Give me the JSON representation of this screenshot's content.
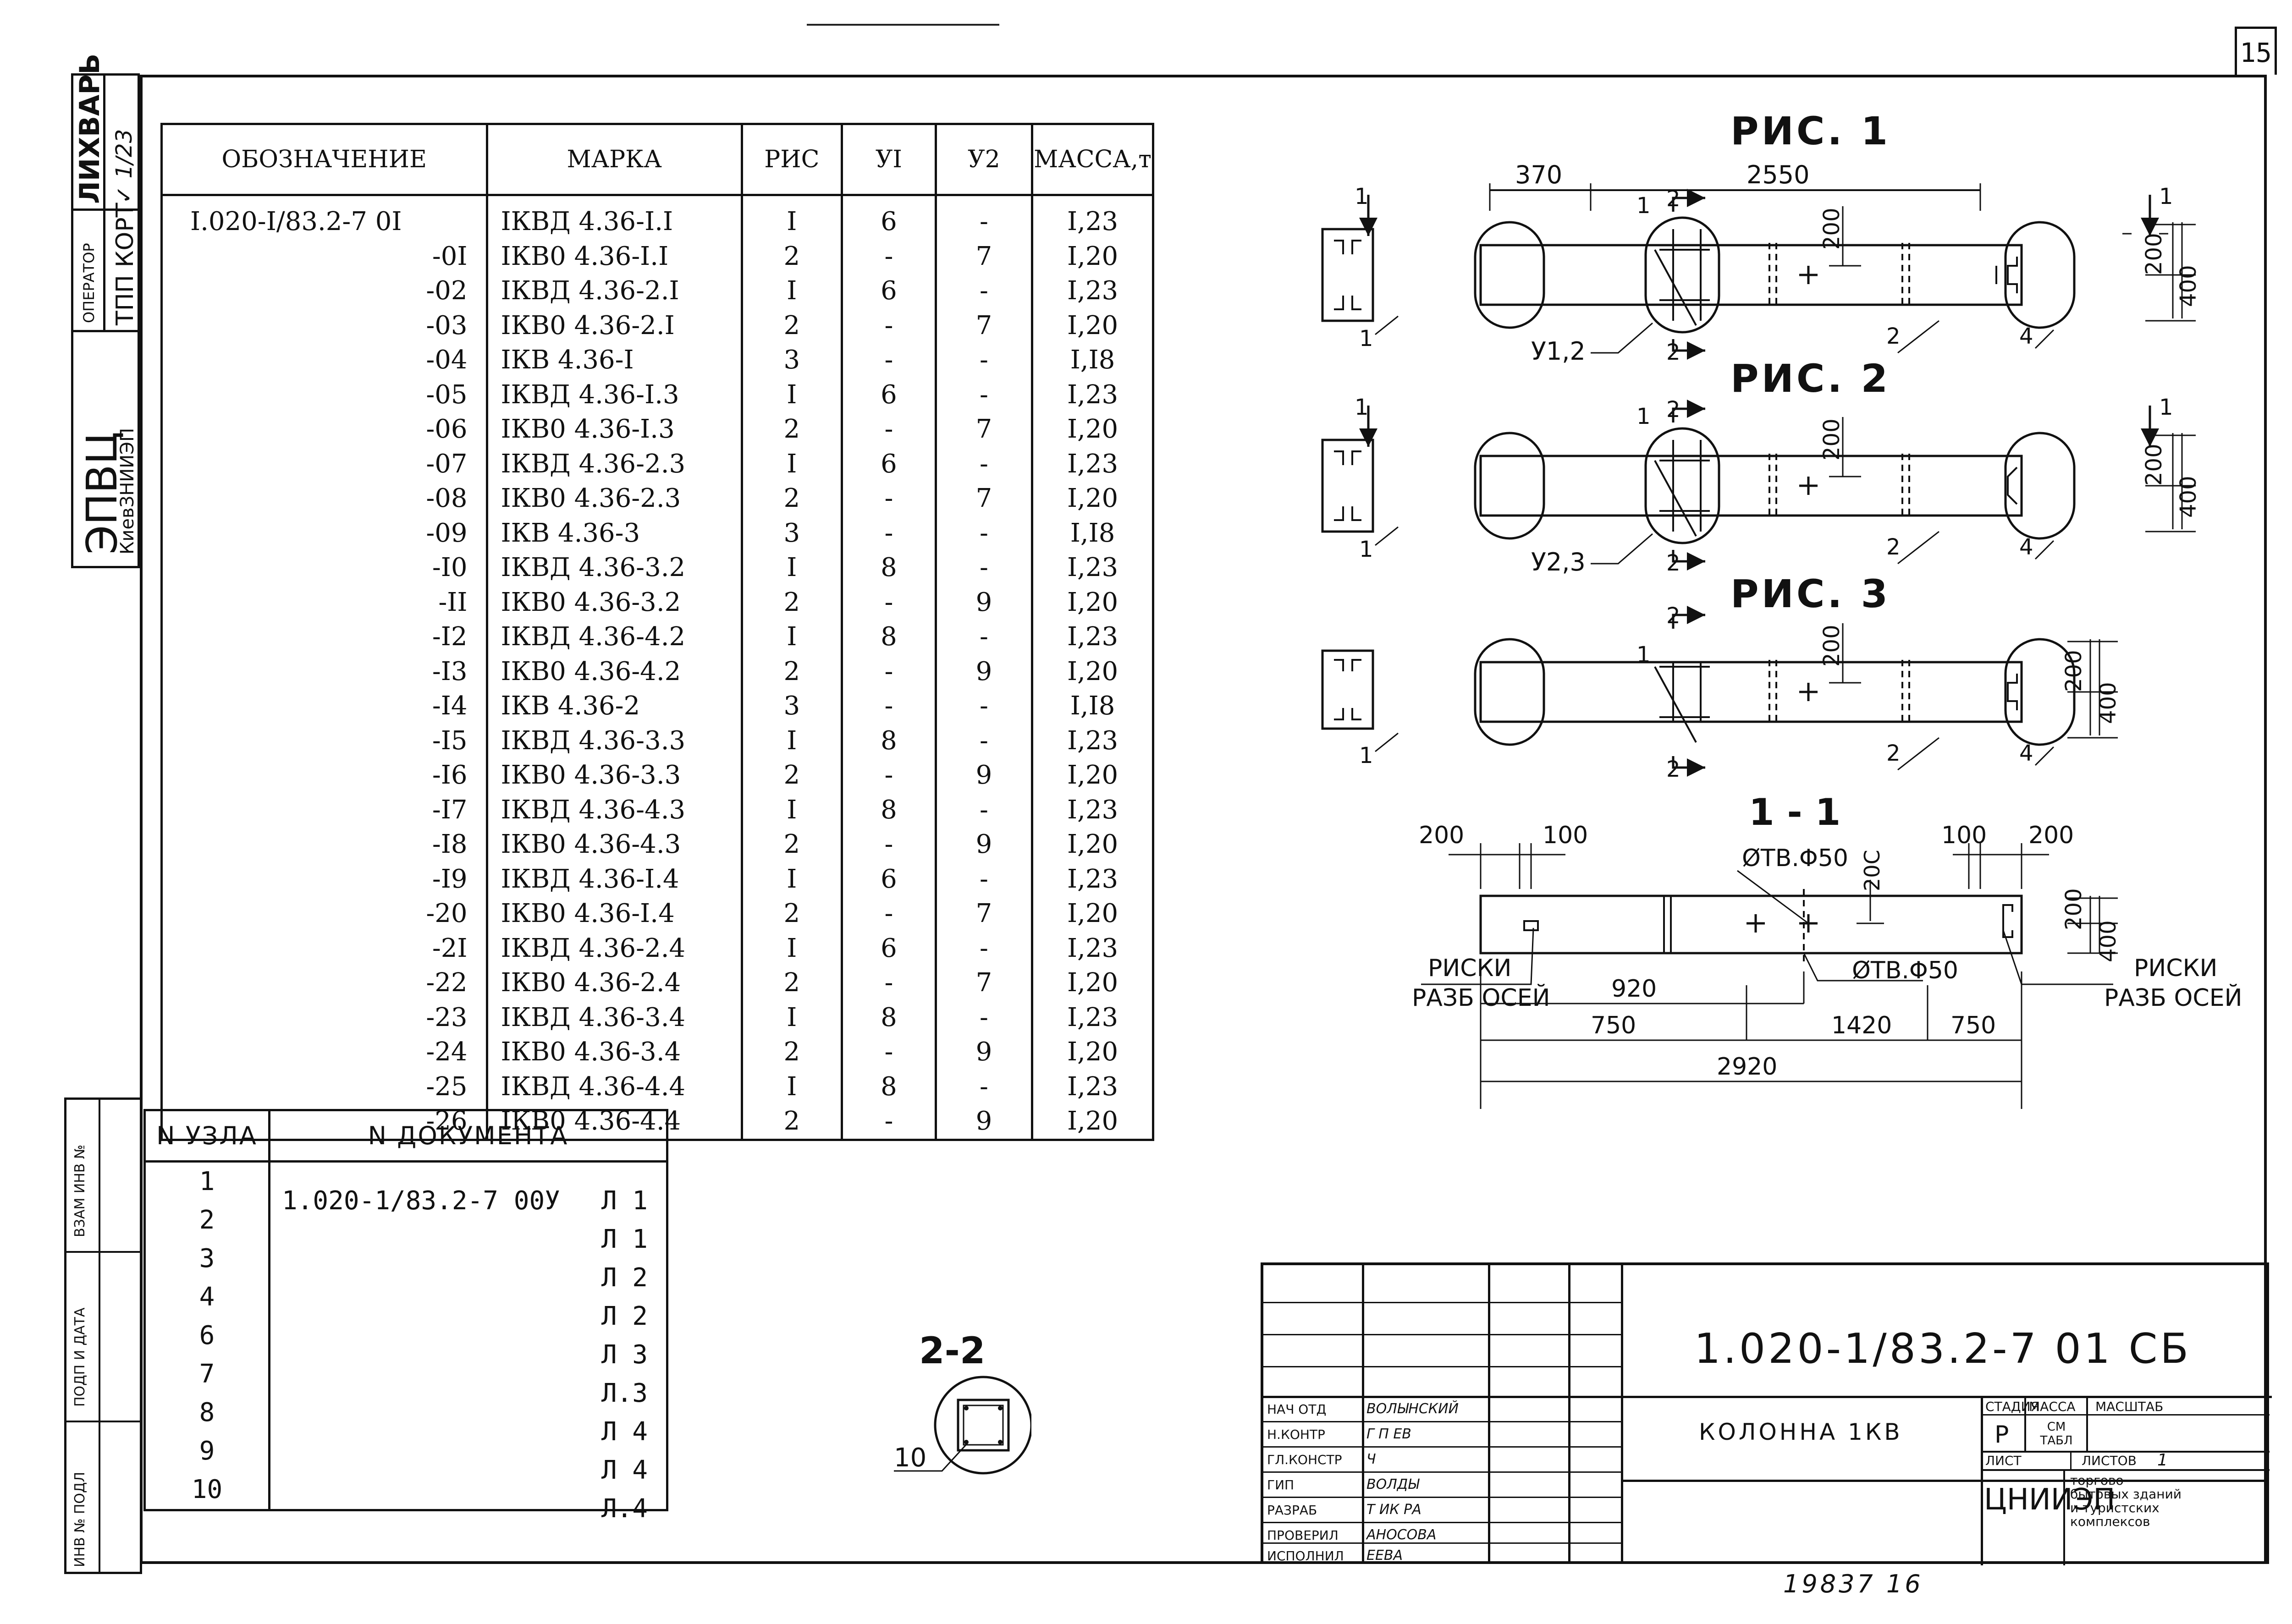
{
  "page_number": "15",
  "side_stamp": {
    "org": "ЭПВЦ",
    "org_sub": "КиевЗНИИЭП",
    "month": "ЛИХВАРЬ",
    "month_sign": "✓ 1/23",
    "operator_label": "ОПЕРАТОР",
    "operator": "ТПП КОРТ"
  },
  "left_stamp_labels": [
    "ВЗАМ ИНВ №",
    "ПОДП И ДАТА",
    "ИНВ № ПОДЛ"
  ],
  "spec_table": {
    "headers": [
      "ОБОЗНАЧЕНИЕ",
      "МАРКА",
      "РИС",
      "УI",
      "У2",
      "МАССА,т"
    ],
    "rows": [
      {
        "des": "I.020-I/83.2-7 0I",
        "mark": "IКВД 4.36-I.I",
        "fig": "I",
        "y1": "6",
        "y2": "-",
        "mass": "I,23"
      },
      {
        "des": "-0I",
        "mark": "IКВ0 4.36-I.I",
        "fig": "2",
        "y1": "-",
        "y2": "7",
        "mass": "I,20"
      },
      {
        "des": "-02",
        "mark": "IКВД 4.36-2.I",
        "fig": "I",
        "y1": "6",
        "y2": "-",
        "mass": "I,23"
      },
      {
        "des": "-03",
        "mark": "IКВ0 4.36-2.I",
        "fig": "2",
        "y1": "-",
        "y2": "7",
        "mass": "I,20"
      },
      {
        "des": "-04",
        "mark": "IКВ 4.36-I",
        "fig": "3",
        "y1": "-",
        "y2": "-",
        "mass": "I,I8"
      },
      {
        "des": "-05",
        "mark": "IКВД 4.36-I.3",
        "fig": "I",
        "y1": "6",
        "y2": "-",
        "mass": "I,23"
      },
      {
        "des": "-06",
        "mark": "IКВ0 4.36-I.3",
        "fig": "2",
        "y1": "-",
        "y2": "7",
        "mass": "I,20"
      },
      {
        "des": "-07",
        "mark": "IКВД 4.36-2.3",
        "fig": "I",
        "y1": "6",
        "y2": "-",
        "mass": "I,23"
      },
      {
        "des": "-08",
        "mark": "IКВ0 4.36-2.3",
        "fig": "2",
        "y1": "-",
        "y2": "7",
        "mass": "I,20"
      },
      {
        "des": "-09",
        "mark": "IКВ 4.36-3",
        "fig": "3",
        "y1": "-",
        "y2": "-",
        "mass": "I,I8"
      },
      {
        "des": "-I0",
        "mark": "IКВД 4.36-3.2",
        "fig": "I",
        "y1": "8",
        "y2": "-",
        "mass": "I,23"
      },
      {
        "des": "-II",
        "mark": "IКВ0 4.36-3.2",
        "fig": "2",
        "y1": "-",
        "y2": "9",
        "mass": "I,20"
      },
      {
        "des": "-I2",
        "mark": "IКВД 4.36-4.2",
        "fig": "I",
        "y1": "8",
        "y2": "-",
        "mass": "I,23"
      },
      {
        "des": "-I3",
        "mark": "IКВ0 4.36-4.2",
        "fig": "2",
        "y1": "-",
        "y2": "9",
        "mass": "I,20"
      },
      {
        "des": "-I4",
        "mark": "IКВ 4.36-2",
        "fig": "3",
        "y1": "-",
        "y2": "-",
        "mass": "I,I8"
      },
      {
        "des": "-I5",
        "mark": "IКВД 4.36-3.3",
        "fig": "I",
        "y1": "8",
        "y2": "-",
        "mass": "I,23"
      },
      {
        "des": "-I6",
        "mark": "IКВ0 4.36-3.3",
        "fig": "2",
        "y1": "-",
        "y2": "9",
        "mass": "I,20"
      },
      {
        "des": "-I7",
        "mark": "IКВД 4.36-4.3",
        "fig": "I",
        "y1": "8",
        "y2": "-",
        "mass": "I,23"
      },
      {
        "des": "-I8",
        "mark": "IКВ0 4.36-4.3",
        "fig": "2",
        "y1": "-",
        "y2": "9",
        "mass": "I,20"
      },
      {
        "des": "-I9",
        "mark": "IКВД 4.36-I.4",
        "fig": "I",
        "y1": "6",
        "y2": "-",
        "mass": "I,23"
      },
      {
        "des": "-20",
        "mark": "IКВ0 4.36-I.4",
        "fig": "2",
        "y1": "-",
        "y2": "7",
        "mass": "I,20"
      },
      {
        "des": "-2I",
        "mark": "IКВД 4.36-2.4",
        "fig": "I",
        "y1": "6",
        "y2": "-",
        "mass": "I,23"
      },
      {
        "des": "-22",
        "mark": "IКВ0 4.36-2.4",
        "fig": "2",
        "y1": "-",
        "y2": "7",
        "mass": "I,20"
      },
      {
        "des": "-23",
        "mark": "IКВД 4.36-3.4",
        "fig": "I",
        "y1": "8",
        "y2": "-",
        "mass": "I,23"
      },
      {
        "des": "-24",
        "mark": "IКВ0 4.36-3.4",
        "fig": "2",
        "y1": "-",
        "y2": "9",
        "mass": "I,20"
      },
      {
        "des": "-25",
        "mark": "IКВД 4.36-4.4",
        "fig": "I",
        "y1": "8",
        "y2": "-",
        "mass": "I,23"
      },
      {
        "des": "-26",
        "mark": "IКВ0 4.36-4.4",
        "fig": "2",
        "y1": "-",
        "y2": "9",
        "mass": "I,20"
      }
    ]
  },
  "nodes_table": {
    "headers": [
      "N УЗЛА",
      "N ДОКУМЕНТА"
    ],
    "rows": [
      {
        "n": "1",
        "doc": "1.020-1/83.2-7 00У",
        "sheet": "Л 1"
      },
      {
        "n": "2",
        "doc": "",
        "sheet": "Л 1"
      },
      {
        "n": "3",
        "doc": "",
        "sheet": "Л 2"
      },
      {
        "n": "4",
        "doc": "",
        "sheet": "Л 2"
      },
      {
        "n": "6",
        "doc": "",
        "sheet": "Л 3"
      },
      {
        "n": "7",
        "doc": "",
        "sheet": "Л.3"
      },
      {
        "n": "8",
        "doc": "",
        "sheet": "Л 4"
      },
      {
        "n": "9",
        "doc": "",
        "sheet": "Л 4"
      },
      {
        "n": "10",
        "doc": "",
        "sheet": "Л.4"
      }
    ]
  },
  "figures": {
    "fig1_title": "РИС. 1",
    "fig2_title": "РИС. 2",
    "fig3_title": "РИС. 3",
    "section11_title": "1 - 1",
    "section22_title": "2-2",
    "dims": {
      "d370": "370",
      "d2550": "2550",
      "d200": "200",
      "d400": "400",
      "d100": "100",
      "d920": "920",
      "d750": "750",
      "d1420": "1420",
      "d2920": "2920",
      "d20c": "20С"
    },
    "labels": {
      "n1": "1",
      "n2": "2",
      "n4": "4",
      "n10": "10",
      "u12": "У1,2",
      "u23": "У2,3",
      "hole": "ØТВ.Φ50",
      "risk": "РИСКИ",
      "risk_axis": "РАЗБ ОСЕЙ"
    }
  },
  "title_block": {
    "code": "1.020-1/83.2-7 01 СБ",
    "name": "КОЛОННА 1КВ",
    "stage_label": "СТАДИЯ",
    "mass_label": "МАССА",
    "scale_label": "МАСШТАБ",
    "stage": "Р",
    "mass": "СМ ТАБЛ",
    "sheet_label": "ЛИСТ",
    "sheets_label": "ЛИСТОВ",
    "sheets": "1",
    "org": "ЦНИИЭП",
    "org_desc": "торгово бытовых зданий и туристских комплексов",
    "roles": [
      "НАЧ ОТД",
      "Н.КОНТР",
      "ГЛ.КОНСТР",
      "ГИП",
      "РАЗРАБ",
      "ПРОВЕРИЛ",
      "ИСПОЛНИЛ"
    ],
    "people": [
      "ВОЛЫНСКИЙ",
      "Г  П  ЕВ",
      "Ч",
      "ВОЛДЫ",
      "Т ИК РА",
      "АНОСОВА",
      "  ЕЕВА"
    ]
  },
  "footnote": "19837  16"
}
